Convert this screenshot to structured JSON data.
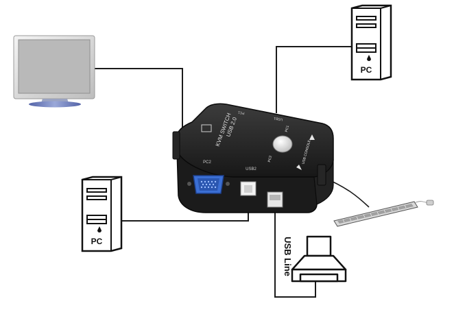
{
  "diagram": {
    "pc_top_label": "PC",
    "pc_left_label": "PC",
    "usb_line_label": "USB Line",
    "device": {
      "model_line1": "USB 2.0",
      "model_line2": "KVM SWITCH",
      "port_pc1": "PC1",
      "port_pc2": "PC2",
      "port_usb1": "USB1",
      "port_usb2": "USB2",
      "usb_console": "USB CONSOLE",
      "button_pc1": "PC1",
      "button_pc2": "PC2"
    }
  },
  "colors": {
    "line": "#1a1a1a",
    "device_body": "#2b2b2b",
    "vga_blue": "#3b6fd4",
    "monitor_screen": "#b9b9b9",
    "monitor_base": "#6f7fb6",
    "tower_outline": "#111111"
  }
}
